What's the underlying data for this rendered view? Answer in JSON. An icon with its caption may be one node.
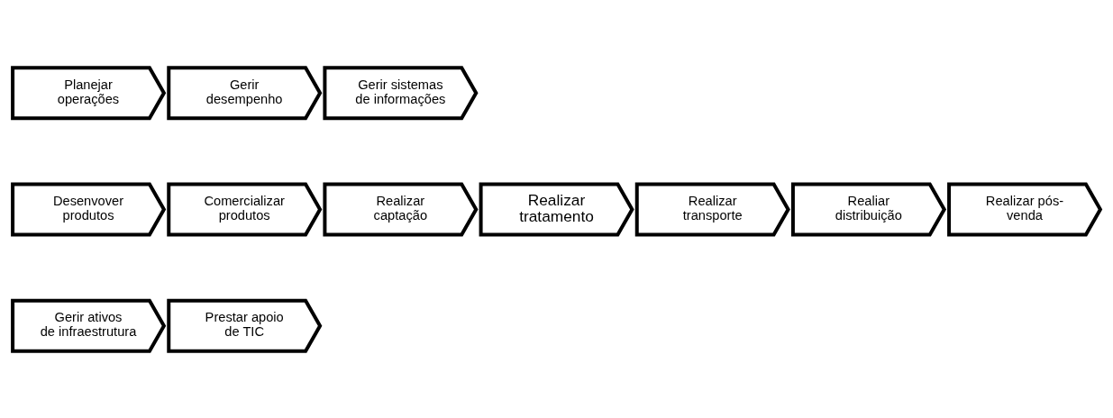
{
  "diagram": {
    "nodes": [
      {
        "text": [
          "Planejar operações"
        ]
      },
      {
        "text": [
          "Gerir desempenho"
        ]
      },
      {
        "text": [
          "Gerir sistemas de informações"
        ]
      },
      {
        "text": [
          "Desenvover produtos"
        ]
      },
      {
        "text": [
          "Comercializar produtos"
        ]
      },
      {
        "text": [
          "Realizar captação"
        ]
      },
      {
        "text": [
          "Realizar tratamento"
        ]
      },
      {
        "text": [
          "Realizar transporte"
        ]
      },
      {
        "text": [
          "Realiar distribuição"
        ]
      },
      {
        "text": [
          "Realizar pós- venda"
        ]
      },
      {
        "text": [
          "Gerir ativos de infraestrutura"
        ]
      },
      {
        "text": [
          "Prestar apoio de TIC"
        ]
      }
    ]
  }
}
